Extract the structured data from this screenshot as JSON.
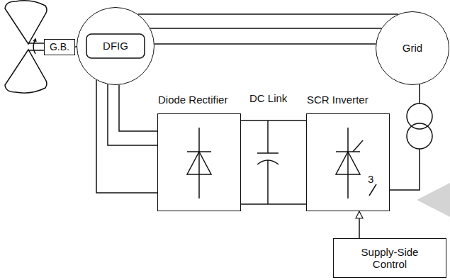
{
  "diagram": {
    "nodes": [
      {
        "text": [
          "G.B."
        ]
      },
      {
        "text": [
          "DFIG"
        ]
      },
      {
        "text": [
          "Grid"
        ]
      },
      {
        "text": [
          "Diode Rectifier"
        ]
      },
      {
        "text": [
          "SCR Inverter"
        ]
      },
      {
        "text": [
          "Supply-Side Control"
        ]
      }
    ],
    "edges": [
      {
        "from": 0,
        "to": 1,
        "arrow": "none"
      },
      {
        "from": 1,
        "to": 2,
        "arrow": "none"
      },
      {
        "from": 1,
        "to": 2,
        "arrow": "none"
      },
      {
        "from": 1,
        "to": 2,
        "arrow": "none"
      },
      {
        "from": 1,
        "to": 3,
        "arrow": "none"
      },
      {
        "from": 1,
        "to": 3,
        "arrow": "none"
      },
      {
        "from": 1,
        "to": 3,
        "arrow": "none"
      },
      {
        "from": 3,
        "to": 4,
        "arrow": "none"
      },
      {
        "from": 3,
        "to": 4,
        "arrow": "none"
      },
      {
        "from": 4,
        "to": 2,
        "arrow": "none"
      },
      {
        "from": 5,
        "to": 4,
        "arrow": "to"
      }
    ],
    "labels": [
      "DC Link",
      "3"
    ]
  }
}
